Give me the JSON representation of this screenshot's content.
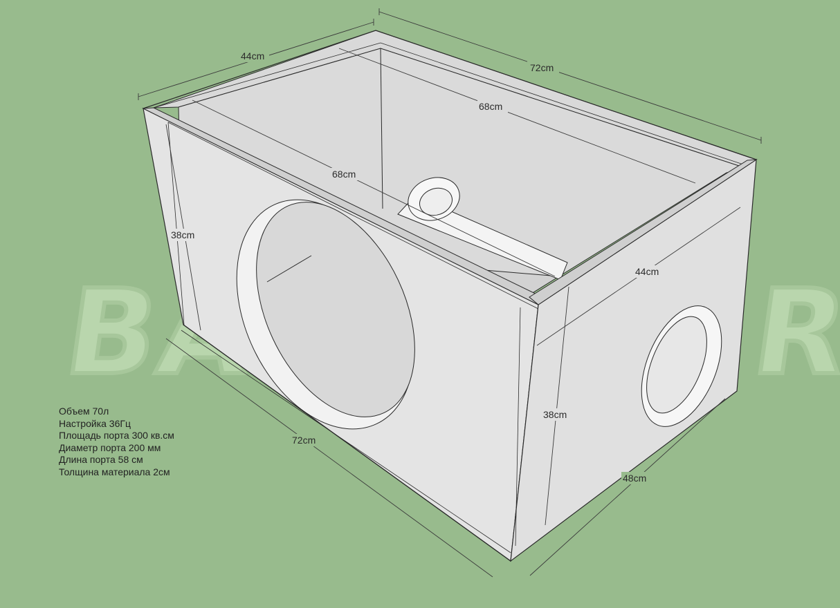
{
  "watermark": {
    "text": "BASSBOX.RU",
    "color": "#b9d6ad"
  },
  "dimensions": {
    "top_depth": "44cm",
    "top_length": "72cm",
    "inner_length_back": "68cm",
    "inner_length_mid": "68cm",
    "left_height": "38cm",
    "right_inner_width": "44cm",
    "right_height": "38cm",
    "bottom_length": "72cm",
    "bottom_width": "48cm"
  },
  "specs": [
    "Объем 70л",
    "Настройка 36Гц",
    "Площадь порта 300 кв.см",
    "Диаметр порта 200 мм",
    "Длина порта 58 см",
    "Толщина материала 2см"
  ],
  "colors": {
    "background": "#98bb8d",
    "panel_face": "#e3e3e3",
    "panel_inner": "#d6d6d6",
    "edge": "#2a2a2a",
    "dimension_line": "#3a3a3a"
  },
  "icons": {
    "box": "subwoofer-box",
    "port": "port-tube",
    "speaker_hole": "speaker-cutout"
  }
}
